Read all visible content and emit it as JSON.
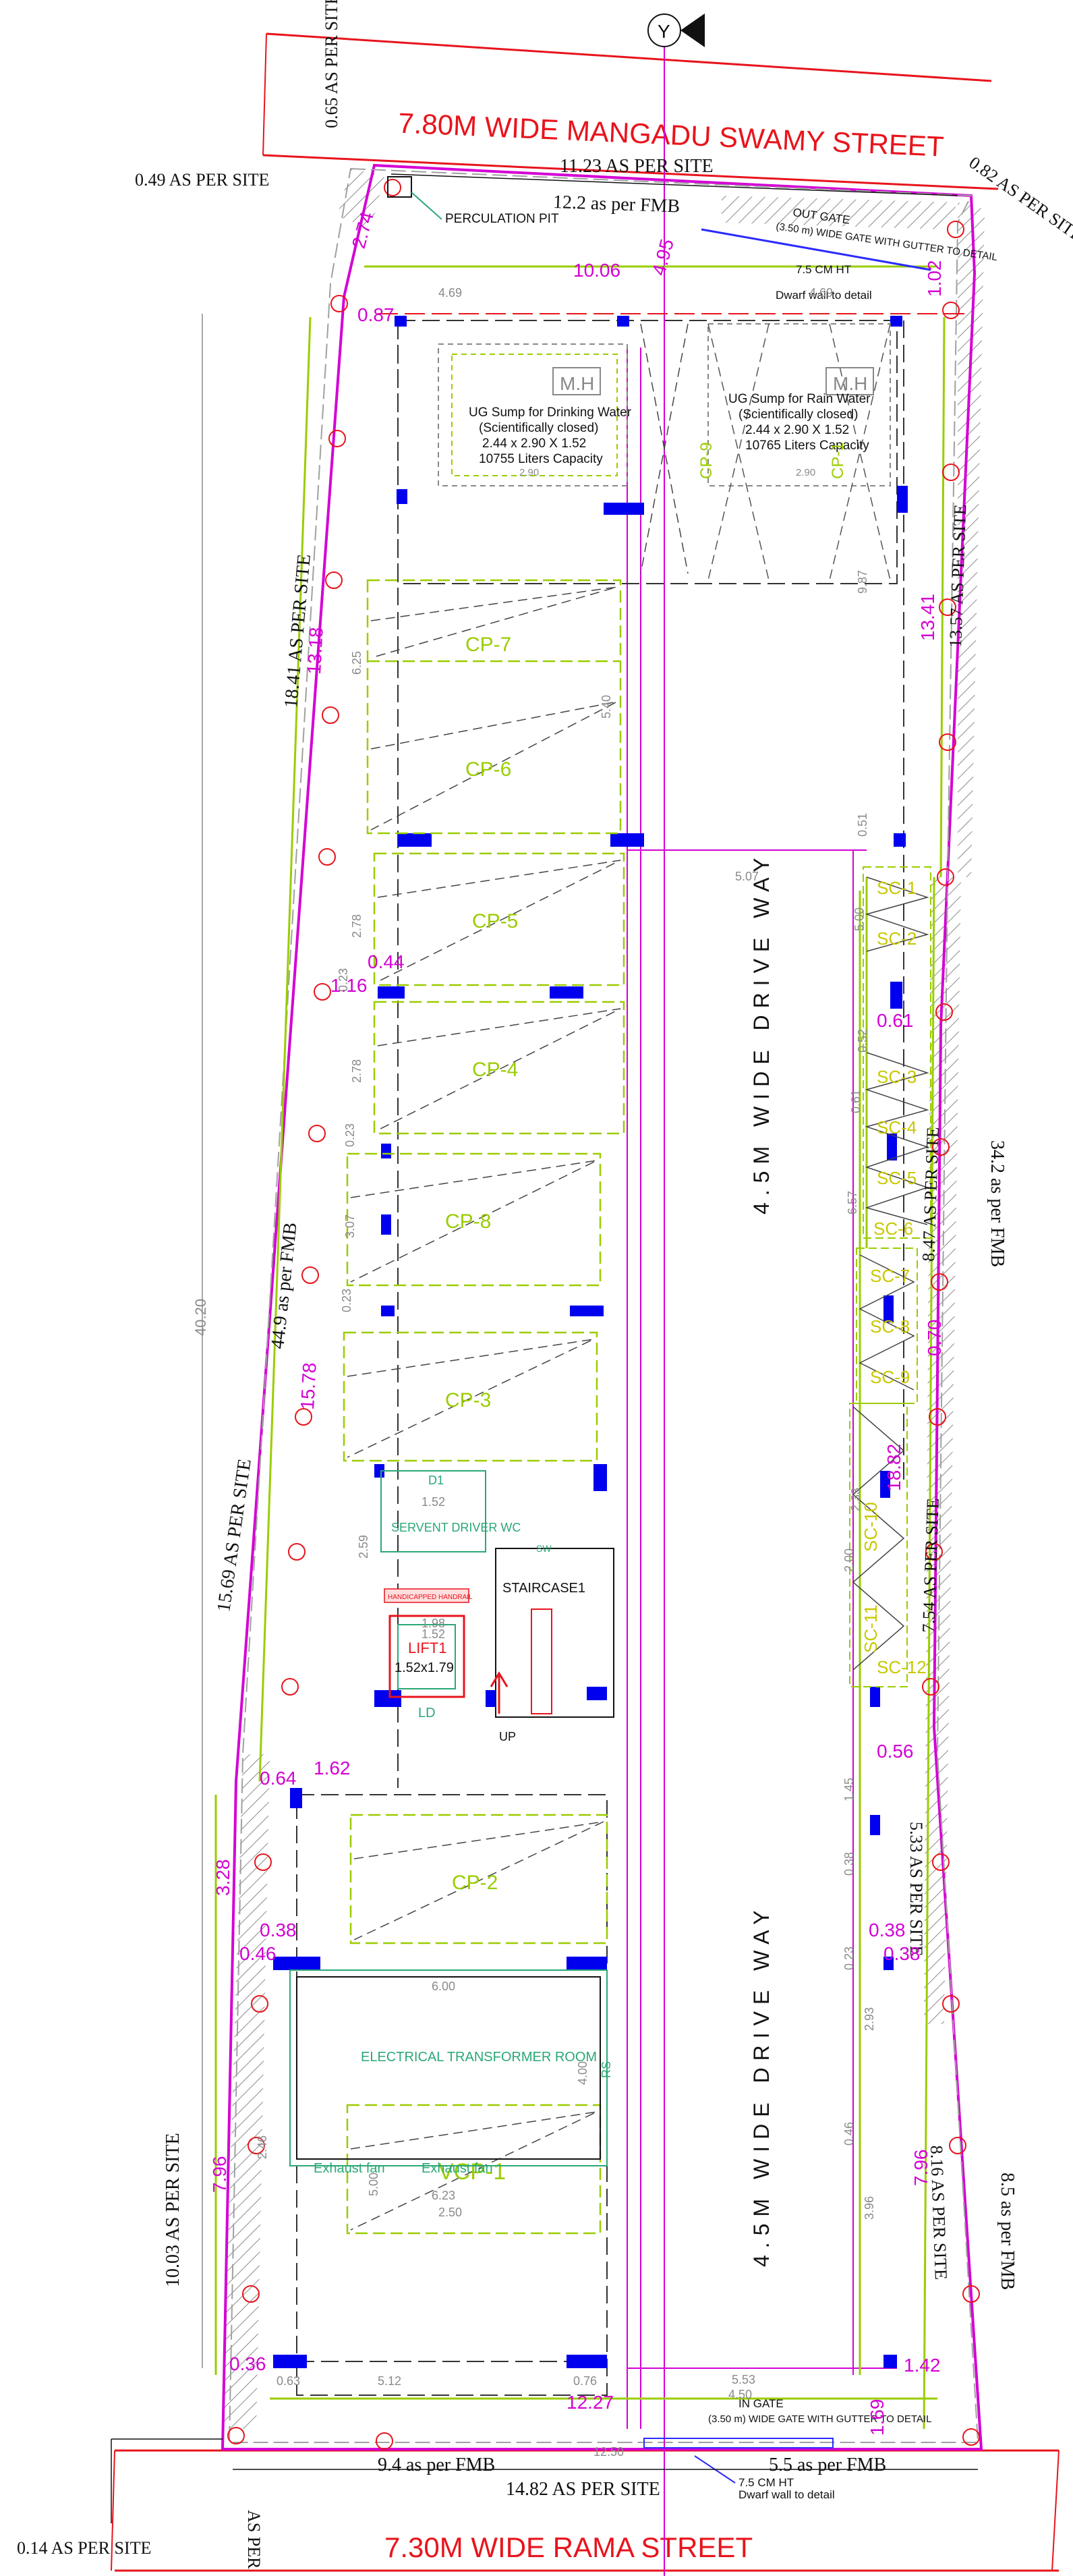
{
  "north_marker": "Y",
  "streets": {
    "top": "7.80M WIDE MANGADU SWAMY STREET",
    "bottom": "7.30M WIDE RAMA  STREET"
  },
  "colors": {
    "street": "#e8141c",
    "boundary": "#d400d4",
    "parking": "#9acd00",
    "column": "#0000ee",
    "room": "#2aa876",
    "hatch": "#888888",
    "dim": "#8a8a8a",
    "callout": "#2a2aff"
  },
  "site_dims": {
    "top_frontage": "11.23 AS PER SITE",
    "top_fmb": "12.2 as per FMB",
    "top_left_corner": "0.65 AS PER SITE",
    "top_left_chamfer": "0.49 AS  PER SITE",
    "top_right_chamfer": "0.82 AS  PER SITE",
    "left_upper_site": "18.41 AS  PER SITE",
    "left_fmb": "44.9 as per FMB",
    "left_mid_site": "15.69 AS  PER SITE",
    "left_lower_site": "10.03 AS PER SITE",
    "left_overall": "40.20",
    "right_upper_site": "13.57 AS  PER SITE",
    "right_fmb": "34.2 as per FMB",
    "right_mid1": "8.47 AS PER SITE",
    "right_mid2": "7.54 AS  PER SITE",
    "right_mid3": "5.33 AS  PER SITE",
    "right_lower": "8.16 AS PER SITE",
    "right_lower_fmb": "8.5 as per FMB",
    "bottom_site": "14.82 AS  PER SITE",
    "bottom_fmb_left": "9.4 as per FMB",
    "bottom_fmb_right": "5.5 as per FMB",
    "bottom_left_corner": "0.14 AS  PER SITE",
    "bottom_left_vertical": "AS PER"
  },
  "setbacks": {
    "top_width": "10.06",
    "bottom_width": "12.27",
    "left_upper": "13.18",
    "left_mid": "15.78",
    "left_lower": "7.96",
    "left_small": "3.28",
    "right_upper": "13.41",
    "right_mid": "18.82",
    "right_lower": "7.96",
    "top_left_slope": "2.74",
    "top_center_slope": "4.95",
    "small": [
      "0.87",
      "0.44",
      "1.16",
      "0.64",
      "1.62",
      "0.38",
      "0.46",
      "0.61",
      "0.56",
      "0.38",
      "0.36",
      "1.42",
      "1.69",
      "1.02",
      "0.70",
      "0.38"
    ]
  },
  "grey_dims": [
    "4.69",
    "4.69",
    "5.07",
    "9.87",
    "6.25",
    "5.40",
    "2.78",
    "2.78",
    "3.07",
    "0.23",
    "0.23",
    "0.23",
    "2.59",
    "1.52",
    "1.98",
    "1.52",
    "6.00",
    "4.00",
    "6.23",
    "5.00",
    "2.50",
    "5.12",
    "0.76",
    "0.63",
    "5.53",
    "4.50",
    "12.50",
    "2.46",
    "0.23",
    "2.93",
    "3.96",
    "0.46",
    "1.45",
    "0.38",
    "2.00",
    "5.00",
    "6.57",
    "0.61",
    "0.52",
    "0.51",
    "2.33"
  ],
  "drive_ways": [
    "4.5M WIDE DRIVE WAY",
    "4.5M WIDE DRIVE WAY"
  ],
  "sumps": [
    {
      "mh": "M.H",
      "title": "UG Sump for Drinking Water",
      "note": "(Scientifically closed)",
      "size": "2.44 x 2.90 X 1.52",
      "capacity": "10755 Liters Capacity",
      "dim": "2.90"
    },
    {
      "mh": "M.H",
      "title": "UG Sump for Rain Water",
      "note": "(Scientifically closed)",
      "size": "2.44 x 2.90 X 1.52",
      "capacity": "10765 Liters Capacity",
      "dim": "2.90"
    }
  ],
  "car_parks": [
    "CP-7",
    "CP-6",
    "CP-5",
    "CP-4",
    "CP-8",
    "CP-3",
    "CP-2",
    "VCP-1",
    "CP-9",
    "CP-1"
  ],
  "scooter_parks": [
    "SC-1",
    "SC-2",
    "SC-3",
    "SC-4",
    "SC-5",
    "SC-6",
    "SC-7",
    "SC-8",
    "SC-9",
    "SC-10",
    "SC-11",
    "SC-12"
  ],
  "rooms": {
    "servent": "SERVENT DRIVER WC",
    "d1": "D1",
    "handicapped": "HANDICAPPED HANDRAIL",
    "lift": "LIFT1",
    "lift_size": "1.52x1.79",
    "ld": "LD",
    "staircase": "STAIRCASE1",
    "up": "UP",
    "sw": "SW",
    "transformer": "ELECTRICAL TRANSFORMER ROOM",
    "exhaust1": "Exhaust fan",
    "exhaust2": "Exhaust fan",
    "rs": "RS"
  },
  "gates": {
    "out_gate": "OUT GATE",
    "out_gate_detail": "(3.50 m) WIDE GATE WITH GUTTER TO DETAIL",
    "in_gate": "IN GATE",
    "in_gate_detail": "(3.50 m) WIDE GATE WITH GUTTER TO DETAIL",
    "dwarf_top_ht": "7.5 CM HT",
    "dwarf_top": "Dwarf wall to detail",
    "dwarf_bottom_ht": "7.5 CM HT",
    "dwarf_bottom": "Dwarf wall to detail"
  },
  "perc_pit": "PERCULATION PIT"
}
